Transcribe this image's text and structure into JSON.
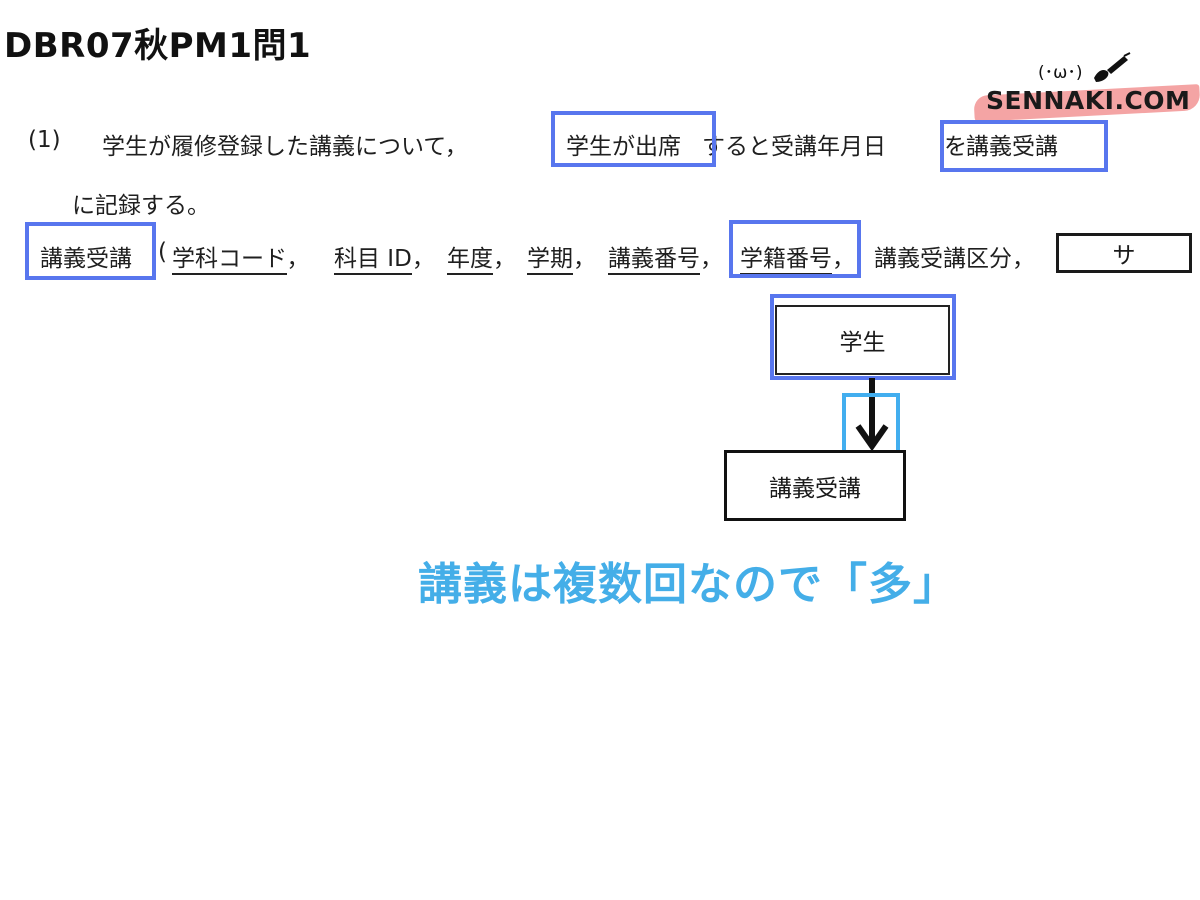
{
  "title": "DBR07秋PM1問1",
  "logo": {
    "face": "(･ω･)",
    "brand": "SENNAKI.COM",
    "icon": "paintbrush-icon"
  },
  "question": {
    "number": "(1)",
    "line1_a": "学生が履修登録した講義について，",
    "line1_b": "学生が出席",
    "line1_c": "すると受講年月日",
    "line1_d": "を",
    "line1_e": "講義受講",
    "line2": "に記録する。"
  },
  "relation": {
    "name": "講義受講",
    "open_paren": "(",
    "attributes": [
      {
        "text": "学科コード",
        "suffix": "，"
      },
      {
        "text": "科目 ID",
        "suffix": "，"
      },
      {
        "text": "年度",
        "suffix": "，"
      },
      {
        "text": "学期",
        "suffix": "，"
      },
      {
        "text": "講義番号",
        "suffix": "，"
      },
      {
        "text": "学籍番号",
        "suffix": "，"
      }
    ],
    "plain_attribute": "講義受講区分，",
    "blank": "サ"
  },
  "diagram": {
    "parent_entity": "学生",
    "child_entity": "講義受講",
    "relationship": "one-to-many"
  },
  "annotation": "講義は複数回なので「多」",
  "colors": {
    "highlight": "#5876ee",
    "highlight_light": "#42aeef",
    "note": "#44aee8",
    "logo_band": "#f4a4a4"
  }
}
